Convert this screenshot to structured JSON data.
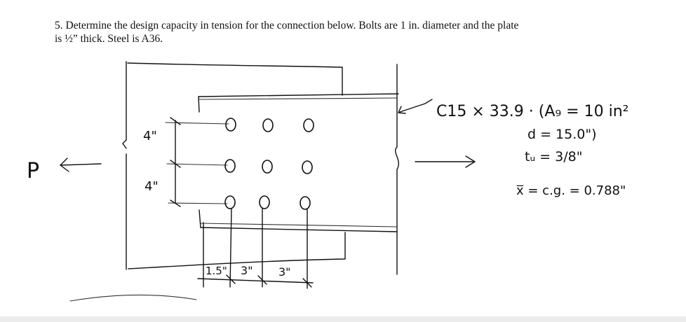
{
  "problem": {
    "line1": "5. Determine the design capacity in tension for the connection below.  Bolts are 1 in. diameter and the plate",
    "line2": "is ½” thick.  Steel is A36."
  },
  "sketch": {
    "load_left": "P",
    "spacing_vertical_top": "4\"",
    "spacing_vertical_bottom": "4\"",
    "dim_edge": "1.5\"",
    "dim_pitch_1": "3\"",
    "dim_pitch_2": "3\"",
    "channel_label": "C15 × 33.9 · (A₉ = 10 in²",
    "depth_label": "d = 15.0\")",
    "web_label": "tᵤ = 3/8\"",
    "xbar_label": "x̅ = c.g. = 0.788\""
  }
}
